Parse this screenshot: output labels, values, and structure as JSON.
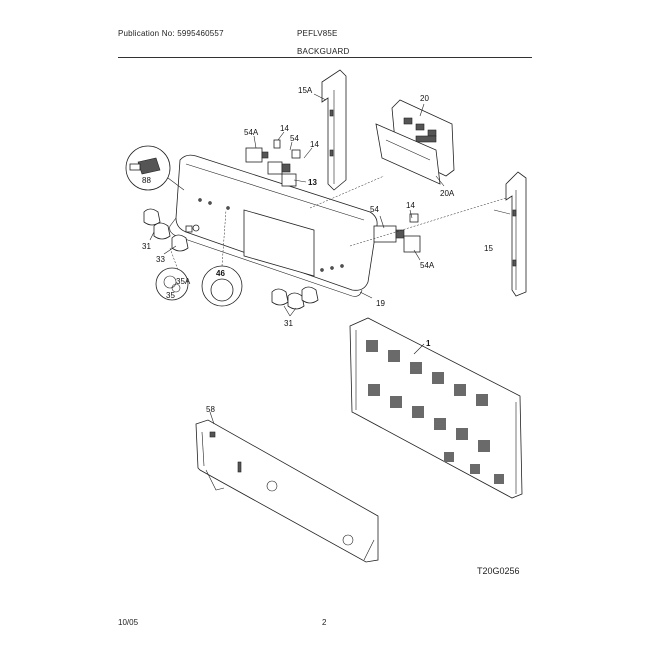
{
  "header": {
    "publication": "Publication No: 5995460557",
    "model": "PEFLV85E",
    "section": "BACKGUARD"
  },
  "footer": {
    "date": "10/05",
    "page": "2",
    "figure_code": "T20G0256"
  },
  "labels": {
    "p15a": "15A",
    "p20": "20",
    "p20a": "20A",
    "p54a_top": "54A",
    "p14_top": "14",
    "p54_top": "54",
    "p14_mid": "14",
    "p13": "13",
    "p88": "88",
    "p31_left": "31",
    "p33": "33",
    "p35a": "35A",
    "p35": "35",
    "p46": "46",
    "p54_right": "54",
    "p14_right": "14",
    "p54a_right": "54A",
    "p15": "15",
    "p19": "19",
    "p31_bottom": "31",
    "p1": "1",
    "p58": "58"
  }
}
